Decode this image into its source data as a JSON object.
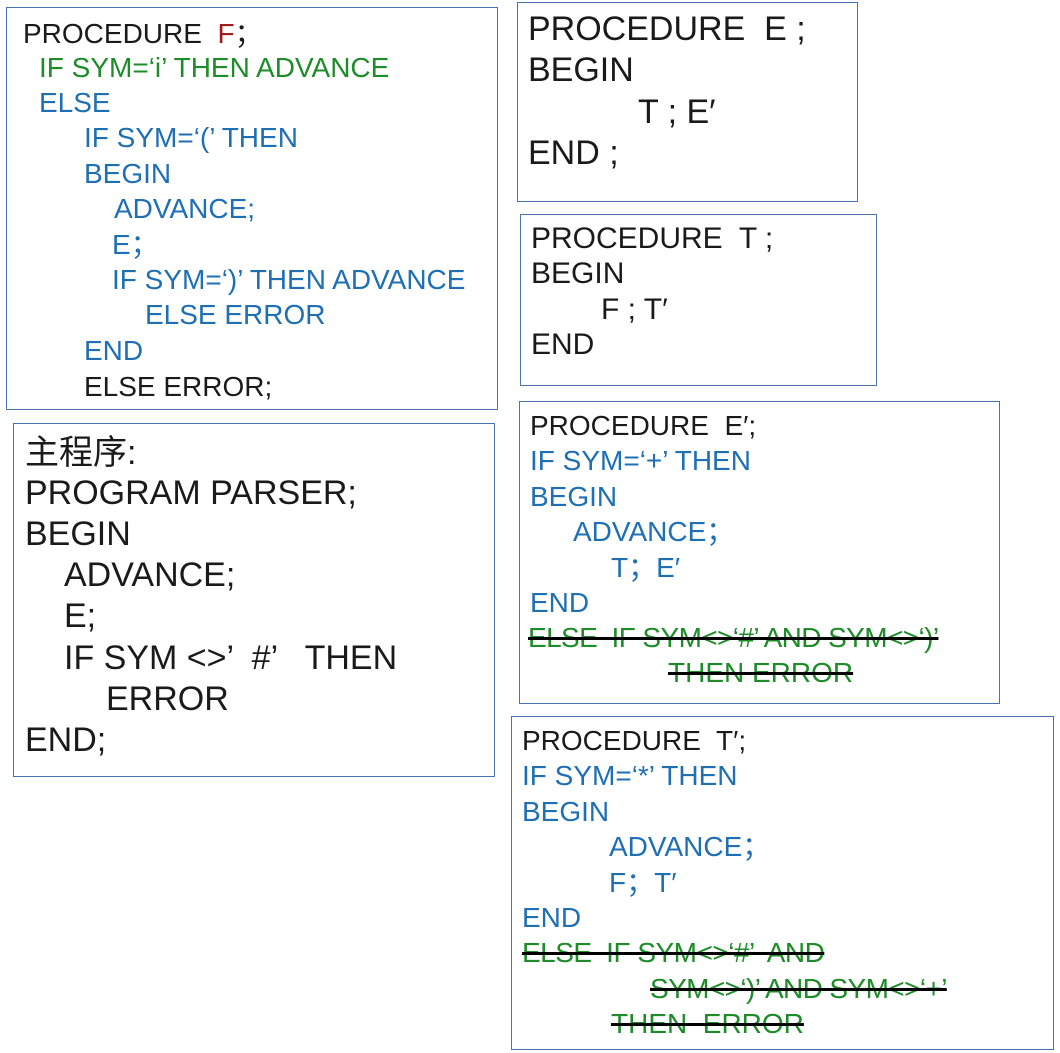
{
  "colors": {
    "black": "#1a1a1a",
    "blue": "#1f6fb4",
    "green": "#1f8c2a",
    "red": "#a01c1c",
    "border": "#4a72b2",
    "strike": "#000000"
  },
  "proc_f": {
    "header_text": "PROCEDURE  ",
    "header_name": "F",
    "header_end": "；",
    "lines": [
      "IF SYM=‘i’ THEN ADVANCE",
      "ELSE",
      "IF SYM=‘(’ THEN",
      "BEGIN",
      "ADVANCE;",
      "E；",
      "IF SYM=‘)’ THEN ADVANCE",
      "ELSE ERROR",
      "END",
      "ELSE ERROR;"
    ]
  },
  "main_program": {
    "lines": [
      "主程序:",
      "PROGRAM PARSER;",
      "BEGIN",
      "ADVANCE;",
      "E;",
      "IF SYM <>’  #’   THEN",
      "ERROR",
      "END;"
    ]
  },
  "proc_e": {
    "lines": [
      "PROCEDURE  E ;",
      "BEGIN",
      "T ; E′",
      "END ;"
    ]
  },
  "proc_t": {
    "lines": [
      "PROCEDURE  T ;",
      "BEGIN",
      "F ; T′",
      "END"
    ]
  },
  "proc_e_prime": {
    "lines": [
      "PROCEDURE  E′;",
      "IF SYM=‘+’ THEN",
      "BEGIN",
      "ADVANCE；",
      "T；E′",
      "END",
      "ELSE  IF SYM<>‘#’ AND SYM<>‘)’",
      "THEN ERROR"
    ]
  },
  "proc_t_prime": {
    "lines": [
      "PROCEDURE  T′;",
      "IF SYM=‘*’ THEN",
      "BEGIN",
      "ADVANCE；",
      "F；T′",
      "END",
      "ELSE  IF SYM<>‘#’  AND",
      "SYM<>‘)’ AND SYM<>‘+’",
      "THEN  ERROR"
    ]
  }
}
